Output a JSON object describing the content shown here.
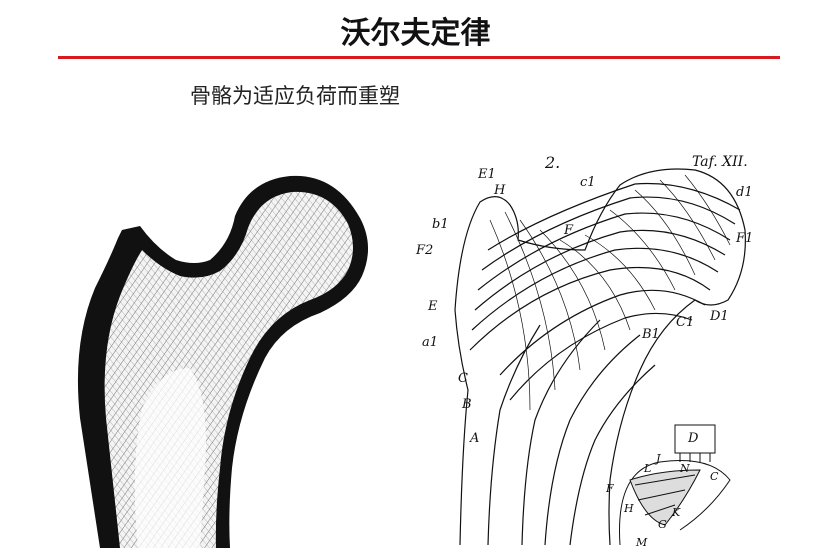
{
  "slide": {
    "title": "沃尔夫定律",
    "subtitle": "骨骼为适应负荷而重塑"
  },
  "drawing": {
    "figure_number": "2.",
    "plate": "Taf. XII.",
    "labels": {
      "E1": "E1",
      "H": "H",
      "c1": "c1",
      "d1": "d1",
      "b1": "b1",
      "F2": "F2",
      "F": "F",
      "F1": "F1",
      "E": "E",
      "a1": "a1",
      "C": "C",
      "B": "B",
      "A": "A",
      "B1": "B1",
      "C1": "C1",
      "D1": "D1",
      "D": "D",
      "N": "N",
      "C_inset": "C",
      "F_inset": "F",
      "H_inset": "H",
      "G": "G",
      "K": "K",
      "M": "M",
      "L": "L",
      "J": "J"
    }
  },
  "colors": {
    "accent": "#d71920",
    "ink": "#111111"
  }
}
